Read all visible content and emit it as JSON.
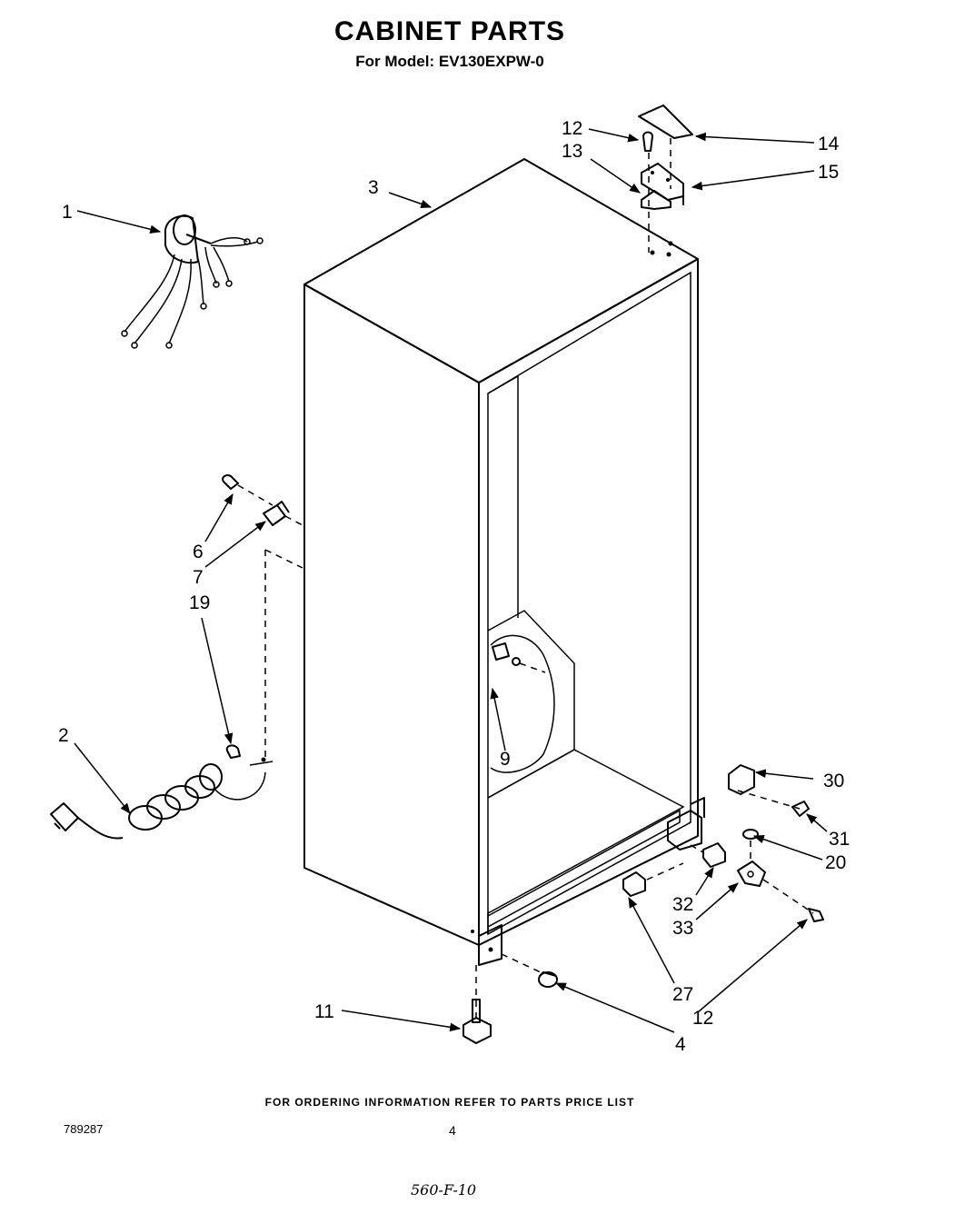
{
  "header": {
    "title": "CABINET PARTS",
    "subtitle": "For Model: EV130EXPW-0"
  },
  "parts": [
    {
      "id": "1",
      "label": "1"
    },
    {
      "id": "2",
      "label": "2"
    },
    {
      "id": "3",
      "label": "3"
    },
    {
      "id": "4",
      "label": "4"
    },
    {
      "id": "6",
      "label": "6"
    },
    {
      "id": "7",
      "label": "7"
    },
    {
      "id": "9",
      "label": "9"
    },
    {
      "id": "11",
      "label": "11"
    },
    {
      "id": "12a",
      "label": "12"
    },
    {
      "id": "12b",
      "label": "12"
    },
    {
      "id": "13",
      "label": "13"
    },
    {
      "id": "14",
      "label": "14"
    },
    {
      "id": "15",
      "label": "15"
    },
    {
      "id": "19",
      "label": "19"
    },
    {
      "id": "20",
      "label": "20"
    },
    {
      "id": "27",
      "label": "27"
    },
    {
      "id": "30",
      "label": "30"
    },
    {
      "id": "31",
      "label": "31"
    },
    {
      "id": "32",
      "label": "32"
    },
    {
      "id": "33",
      "label": "33"
    }
  ],
  "footer": {
    "ordering_note": "FOR ORDERING INFORMATION REFER TO PARTS PRICE LIST",
    "doc_number": "789287",
    "page_number": "4",
    "handwritten_note": "560-F-10"
  }
}
